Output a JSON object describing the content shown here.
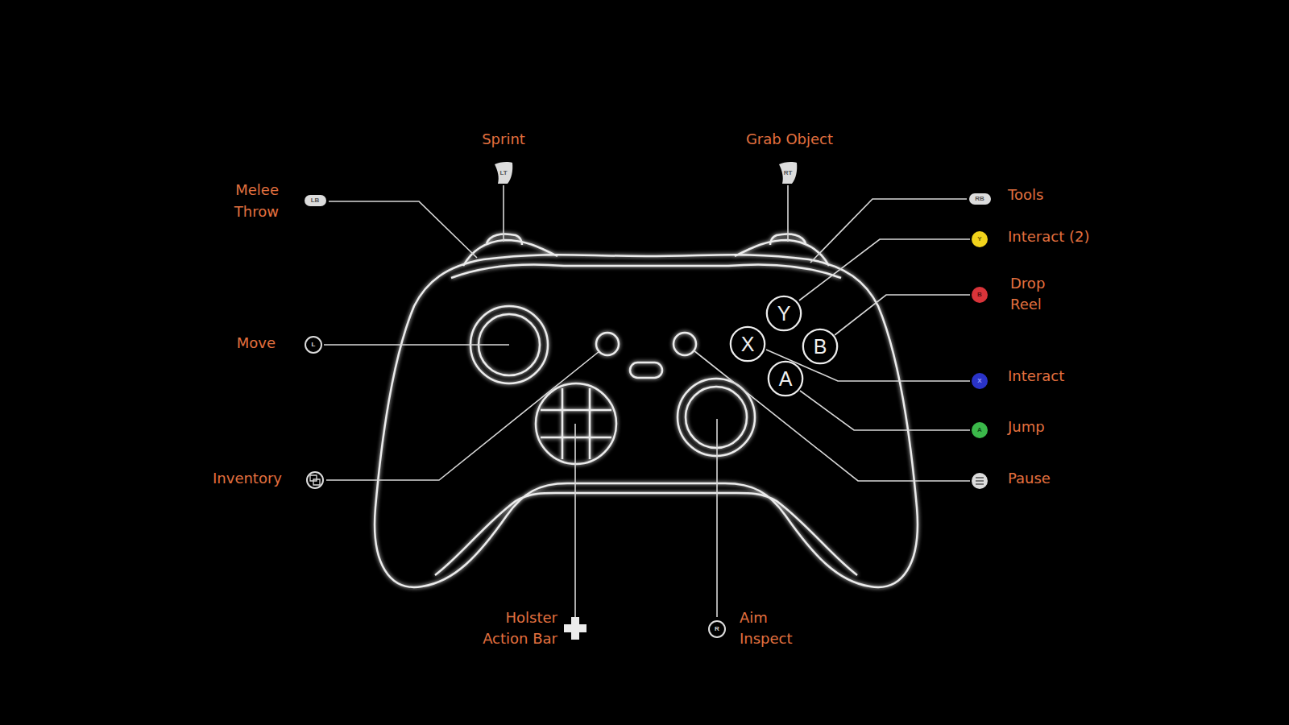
{
  "diagram": {
    "nodes": [
      {
        "text": [
          "Y"
        ]
      },
      {
        "text": [
          "X"
        ]
      },
      {
        "text": [
          "B"
        ]
      },
      {
        "text": [
          "A"
        ]
      }
    ],
    "labels": [
      "Sprint",
      "LT",
      "Grab Object",
      "RT",
      "Melee",
      "Throw",
      "LB",
      "RB",
      "Tools",
      "Y",
      "Interact (2)",
      "B",
      "Drop",
      "Reel",
      "Move",
      "L",
      "X",
      "Interact",
      "A",
      "Jump",
      "Inventory",
      "Pause",
      "Holster",
      "Action Bar",
      "R",
      "Aim",
      "Inspect"
    ]
  }
}
